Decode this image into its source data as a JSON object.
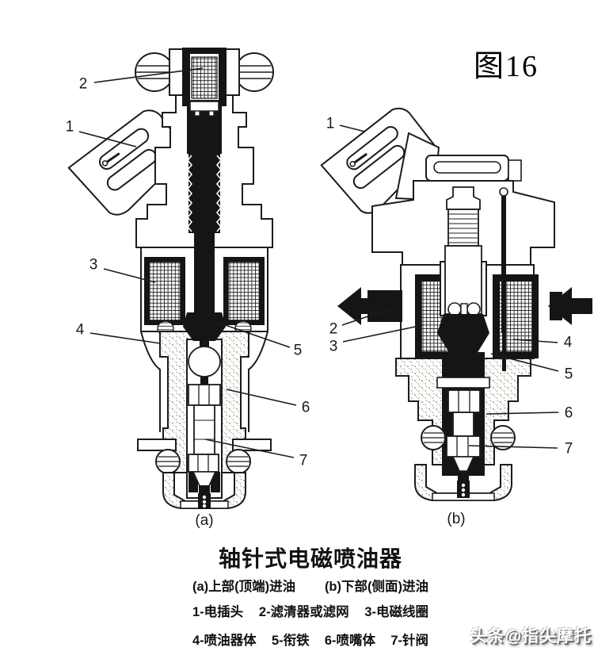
{
  "figure": {
    "label": "图16"
  },
  "diagram_a": {
    "caption": "(a)",
    "callouts": {
      "c1": "1",
      "c2": "2",
      "c3": "3",
      "c4": "4",
      "c5": "5",
      "c6": "6",
      "c7": "7"
    }
  },
  "diagram_b": {
    "caption": "(b)",
    "callouts": {
      "c1": "1",
      "c2": "2",
      "c3": "3",
      "c4": "4",
      "c5": "5",
      "c6": "6",
      "c7": "7"
    }
  },
  "caption": {
    "title": "轴针式电磁喷油器",
    "inlet_a": "(a)上部(顶端)进油",
    "inlet_b": "(b)下部(侧面)进油",
    "parts": [
      {
        "num": "1",
        "name": "电插头"
      },
      {
        "num": "2",
        "name": "滤清器或滤网"
      },
      {
        "num": "3",
        "name": "电磁线圈"
      },
      {
        "num": "4",
        "name": "喷油器体"
      },
      {
        "num": "5",
        "name": "衔铁"
      },
      {
        "num": "6",
        "name": "喷嘴体"
      },
      {
        "num": "7",
        "name": "针阀"
      }
    ]
  },
  "watermark": {
    "text": "头条@指尖摩托"
  }
}
